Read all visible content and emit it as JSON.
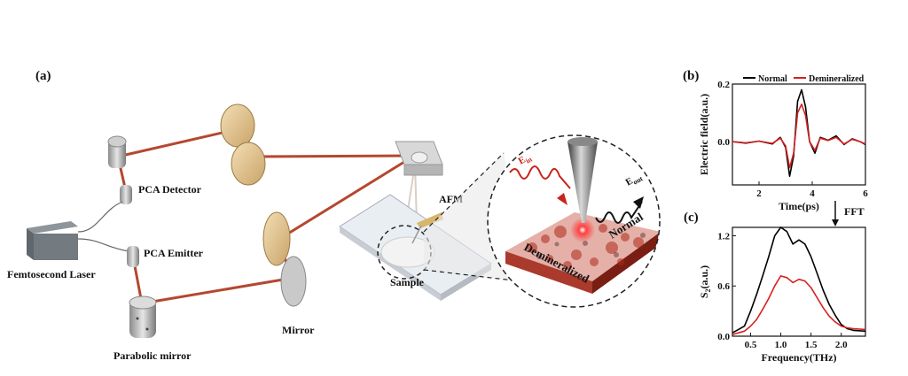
{
  "panel_a": {
    "label": "(a)",
    "components": {
      "pca_detector": "PCA Detector",
      "pca_emitter": "PCA Emitter",
      "laser": "Femtosecond Laser",
      "parabolic_mirror": "Parabolic mirror",
      "mirror": "Mirror",
      "sample": "Sample",
      "afm": "AFM"
    },
    "inset": {
      "e_in": "E",
      "e_in_sub": "in",
      "e_out": "E",
      "e_out_sub": "out",
      "normal": "Normal",
      "demineralized": "Demineralized"
    }
  },
  "fft_label": "FFT",
  "colors": {
    "normal": "#000000",
    "demineralized": "#d62020",
    "beam": "#b5472f"
  },
  "chart_data": [
    {
      "panel": "(b)",
      "type": "line",
      "xlabel": "Time(ps)",
      "ylabel": "Electric field(a.u.)",
      "xlim": [
        1,
        6
      ],
      "ylim": [
        -0.15,
        0.2
      ],
      "xticks": [
        "2",
        "4",
        "6"
      ],
      "yticks": [
        "0.0",
        "0.2"
      ],
      "legend_position": "top",
      "series": [
        {
          "name": "Normal",
          "x": [
            1.0,
            1.5,
            2.0,
            2.5,
            2.8,
            3.0,
            3.15,
            3.3,
            3.45,
            3.6,
            3.75,
            3.9,
            4.1,
            4.3,
            4.6,
            4.9,
            5.2,
            5.5,
            5.8,
            6.0
          ],
          "y": [
            0.0,
            -0.005,
            0.002,
            -0.008,
            0.015,
            -0.02,
            -0.12,
            -0.05,
            0.14,
            0.18,
            0.12,
            0.0,
            -0.04,
            0.015,
            0.005,
            0.02,
            -0.01,
            0.01,
            0.0,
            -0.01
          ]
        },
        {
          "name": "Demineralized",
          "x": [
            1.0,
            1.5,
            2.0,
            2.5,
            2.8,
            3.0,
            3.15,
            3.3,
            3.45,
            3.6,
            3.75,
            3.9,
            4.1,
            4.3,
            4.6,
            4.9,
            5.2,
            5.5,
            5.8,
            6.0
          ],
          "y": [
            0.0,
            -0.004,
            0.002,
            -0.006,
            0.012,
            -0.015,
            -0.09,
            -0.04,
            0.1,
            0.13,
            0.09,
            0.0,
            -0.03,
            0.012,
            0.004,
            0.015,
            -0.008,
            0.008,
            0.0,
            -0.008
          ]
        }
      ]
    },
    {
      "panel": "(c)",
      "type": "line",
      "xlabel": "Frequency(THz)",
      "ylabel": "S",
      "ylabel_sub": "2",
      "ylabel_unit": "(a.u.)",
      "xlim": [
        0.2,
        2.4
      ],
      "ylim": [
        0,
        1.3
      ],
      "xticks": [
        "0.5",
        "1.0",
        "1.5",
        "2.0"
      ],
      "yticks": [
        "0.0",
        "0.6",
        "1.2"
      ],
      "series": [
        {
          "name": "Normal",
          "x": [
            0.2,
            0.3,
            0.4,
            0.5,
            0.6,
            0.7,
            0.8,
            0.9,
            1.0,
            1.1,
            1.2,
            1.3,
            1.4,
            1.5,
            1.6,
            1.7,
            1.8,
            1.9,
            2.0,
            2.1,
            2.2,
            2.4
          ],
          "y": [
            0.04,
            0.08,
            0.12,
            0.3,
            0.5,
            0.72,
            0.95,
            1.2,
            1.3,
            1.25,
            1.1,
            1.15,
            1.1,
            0.95,
            0.75,
            0.55,
            0.38,
            0.25,
            0.14,
            0.09,
            0.07,
            0.06
          ]
        },
        {
          "name": "Demineralized",
          "x": [
            0.2,
            0.3,
            0.4,
            0.5,
            0.6,
            0.7,
            0.8,
            0.9,
            1.0,
            1.1,
            1.2,
            1.3,
            1.4,
            1.5,
            1.6,
            1.7,
            1.8,
            1.9,
            2.0,
            2.1,
            2.2,
            2.4
          ],
          "y": [
            0.02,
            0.04,
            0.06,
            0.12,
            0.2,
            0.32,
            0.45,
            0.6,
            0.72,
            0.7,
            0.64,
            0.68,
            0.66,
            0.58,
            0.46,
            0.34,
            0.24,
            0.17,
            0.12,
            0.1,
            0.09,
            0.08
          ]
        }
      ]
    }
  ]
}
